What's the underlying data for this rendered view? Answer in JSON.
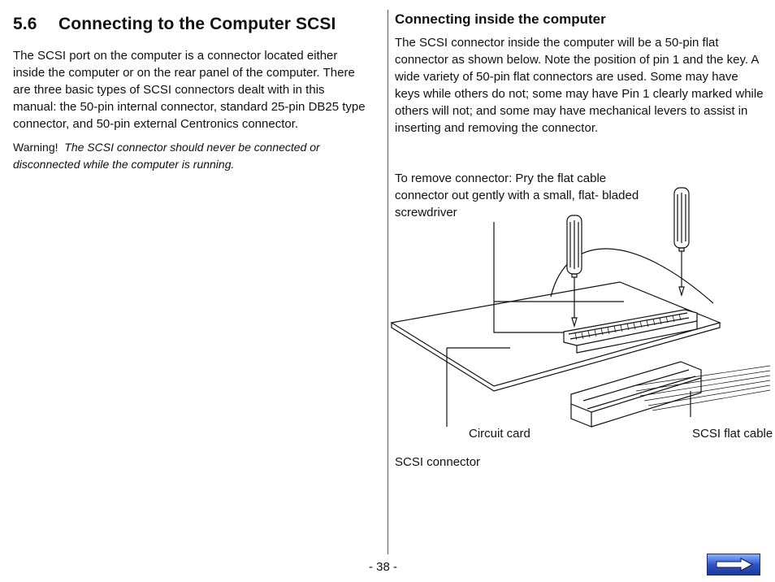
{
  "section": {
    "number": "5.6",
    "title": "Connecting to the Computer SCSI",
    "intro": "The SCSI port on the computer is a connector located either inside the computer or on the rear panel of the computer. There are three basic types of SCSI connectors dealt with in this manual: the 50-pin internal connector, standard 25-pin DB25 type connector, and 50-pin external Centronics connector.",
    "warning_label": "Warning!",
    "warning_text": "The SCSI connector should never be connected or disconnected while the computer is running."
  },
  "subsection": {
    "title": "Connecting inside the computer",
    "body": "The SCSI connector inside the computer will be a 50-pin flat connector as shown below. Note the position of pin 1 and the key. A wide variety of 50-pin flat connectors are used. Some may have keys while others do not; some may have Pin 1 clearly marked while others will not; and some may have mechanical levers to assist in inserting and removing the connector.",
    "remove_instructions": "To remove connector: Pry the flat cable connector out gently with a small, flat- bladed screwdriver"
  },
  "figure": {
    "label_circuit_card": "Circuit card",
    "label_scsi_flat_cable": "SCSI flat cable",
    "label_scsi_connector": "SCSI connector"
  },
  "footer": {
    "page_number": "- 38 -",
    "next_icon": "next-arrow-icon"
  },
  "colors": {
    "divider": "#2b7d3a",
    "button": "#3a5fd0"
  }
}
